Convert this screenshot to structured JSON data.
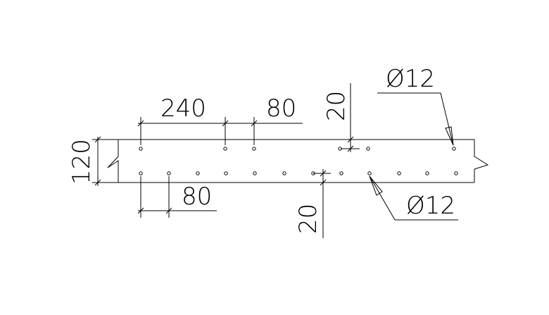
{
  "drawing": {
    "dimensions": {
      "top_span": "240",
      "top_spacing": "80",
      "bottom_spacing": "80",
      "slab_thickness": "120",
      "top_cover": "20",
      "bottom_cover": "20"
    },
    "rebar_labels": {
      "top_bar": "Ø12",
      "bottom_bar": "Ø12"
    },
    "colors": {
      "line": "#000000",
      "background": "#ffffff"
    }
  }
}
